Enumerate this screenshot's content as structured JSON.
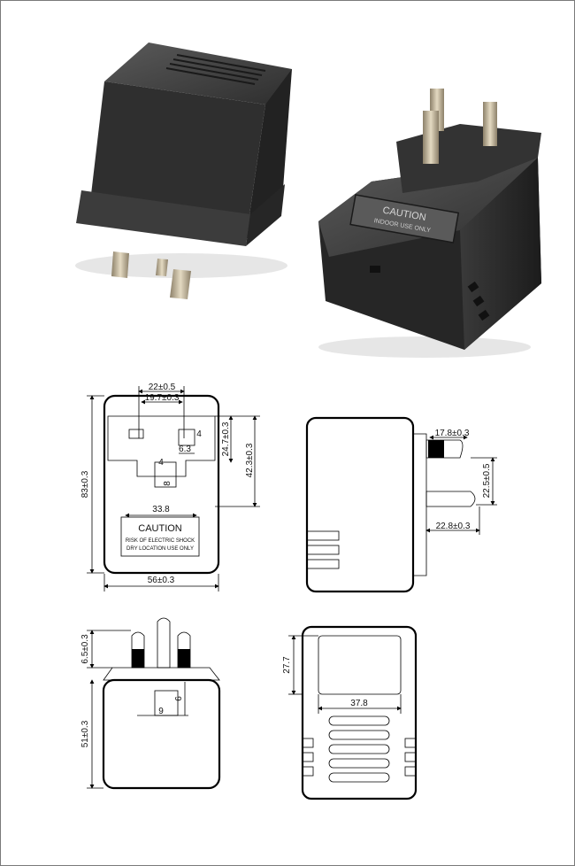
{
  "photo_left": {
    "description_free": true
  },
  "photo_right": {
    "label_title": "CAUTION",
    "label_sub": "INDOOR USE ONLY"
  },
  "front_view": {
    "width": "56±0.3",
    "height": "83±0.3",
    "pin_spacing": "22±0.5",
    "pin_spacing_inner": "19.7±0.3",
    "recess_height": "24.7±0.3",
    "recess_full": "42.3±0.3",
    "pin_w": "6.3",
    "pin_small": "4",
    "pin_gap": "4",
    "pin_len": "8",
    "base_width": "33.8",
    "caution_title": "CAUTION",
    "caution_line1": "RISK OF ELECTRIC SHOCK",
    "caution_line2": "DRY LOCATION USE ONLY"
  },
  "side_view": {
    "pin_top": "17.8±0.3",
    "pin_spacing": "22.5±0.5",
    "pin_length": "22.8±0.3"
  },
  "bottom_view": {
    "pin_height": "6.5±0.3",
    "body_height": "51±0.3",
    "dim_9": "9",
    "dim_6": "6"
  },
  "back_view": {
    "window_height": "27.7",
    "window_width": "37.8"
  },
  "colors": {
    "line": "#000000",
    "frame": "#7a7a7a",
    "body_dark": "#2b2b2b",
    "pin_metal": "#b8aa8c"
  }
}
